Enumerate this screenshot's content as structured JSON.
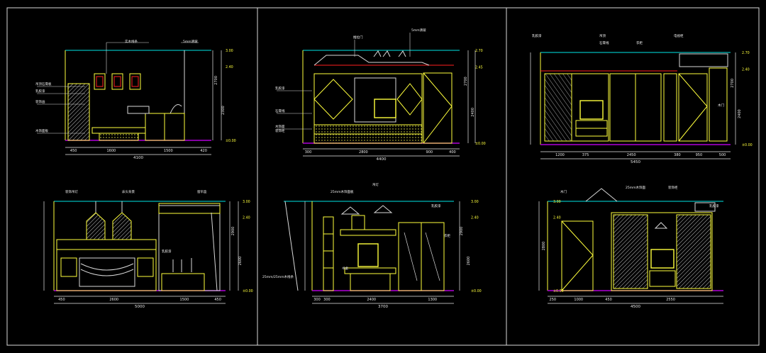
{
  "colors": {
    "background": "#000000",
    "frame": "#d8d8d8",
    "cabinet": "#ffff3c",
    "dimension": "#e8e8e8",
    "ceiling": "#00e6e6",
    "floor": "#b000d8",
    "accent_red": "#ff2020",
    "hatch": "#c8c8c8",
    "note": "#f0f0f0"
  },
  "panels": [
    {
      "id": "top-left",
      "dims_bottom": [
        "450",
        "1600",
        "1500",
        "420"
      ],
      "total_bottom": "4100",
      "dims_right": [
        "2700",
        "2300"
      ],
      "level_labels": [
        "3.00",
        "2.40",
        "±0.00"
      ],
      "notes": [
        "吊顶石膏板",
        "乳胶漆",
        "装饰画",
        "木饰面板",
        "实木线条",
        "5mm清玻"
      ]
    },
    {
      "id": "top-middle",
      "dims_bottom": [
        "300",
        "2800",
        "900",
        "400"
      ],
      "total_bottom": "4400",
      "dims_right": [
        "2700",
        "2400"
      ],
      "level_labels": [
        "2.70",
        "2.45",
        "±0.00"
      ],
      "notes": [
        "乳胶漆",
        "石膏线",
        "木饰面",
        "装饰柜",
        "推拉门",
        "5mm清玻"
      ]
    },
    {
      "id": "top-right",
      "dims_bottom": [
        "1200",
        "375",
        "2450",
        "380",
        "950",
        "500"
      ],
      "total_bottom": "5450",
      "dims_right": [
        "2700",
        "2400"
      ],
      "level_labels": [
        "2.70",
        "2.40",
        "±0.00"
      ],
      "notes": [
        "乳胶漆",
        "吊顶",
        "石膏线",
        "衣柜",
        "木门",
        "电视柜"
      ]
    },
    {
      "id": "bottom-left",
      "dims_bottom": [
        "450",
        "2600",
        "1500",
        "450"
      ],
      "total_bottom": "5000",
      "dims_right": [
        "2900",
        "2600"
      ],
      "level_labels": [
        "3.00",
        "2.40",
        "±0.00"
      ],
      "notes": [
        "装饰吊灯",
        "床头背景",
        "乳胶漆",
        "窗帘盒"
      ]
    },
    {
      "id": "bottom-middle",
      "dims_bottom": [
        "300",
        "300",
        "2400",
        "1300"
      ],
      "total_bottom": "3700",
      "dims_right": [
        "2900",
        "2600"
      ],
      "level_labels": [
        "3.00",
        "2.40",
        "±0.00"
      ],
      "notes": [
        "25mm木饰面板",
        "吊灯",
        "书桌",
        "衣柜",
        "25mm/25mm木线条",
        "乳胶漆"
      ]
    },
    {
      "id": "bottom-right",
      "dims_bottom": [
        "250",
        "1000",
        "450",
        "2550"
      ],
      "total_bottom": "4500",
      "dims_right": [
        "2800"
      ],
      "level_labels": [
        "3.00",
        "2.40",
        "±0.00"
      ],
      "notes": [
        "木门",
        "25mm木饰面",
        "装饰柜",
        "乳胶漆"
      ]
    }
  ]
}
